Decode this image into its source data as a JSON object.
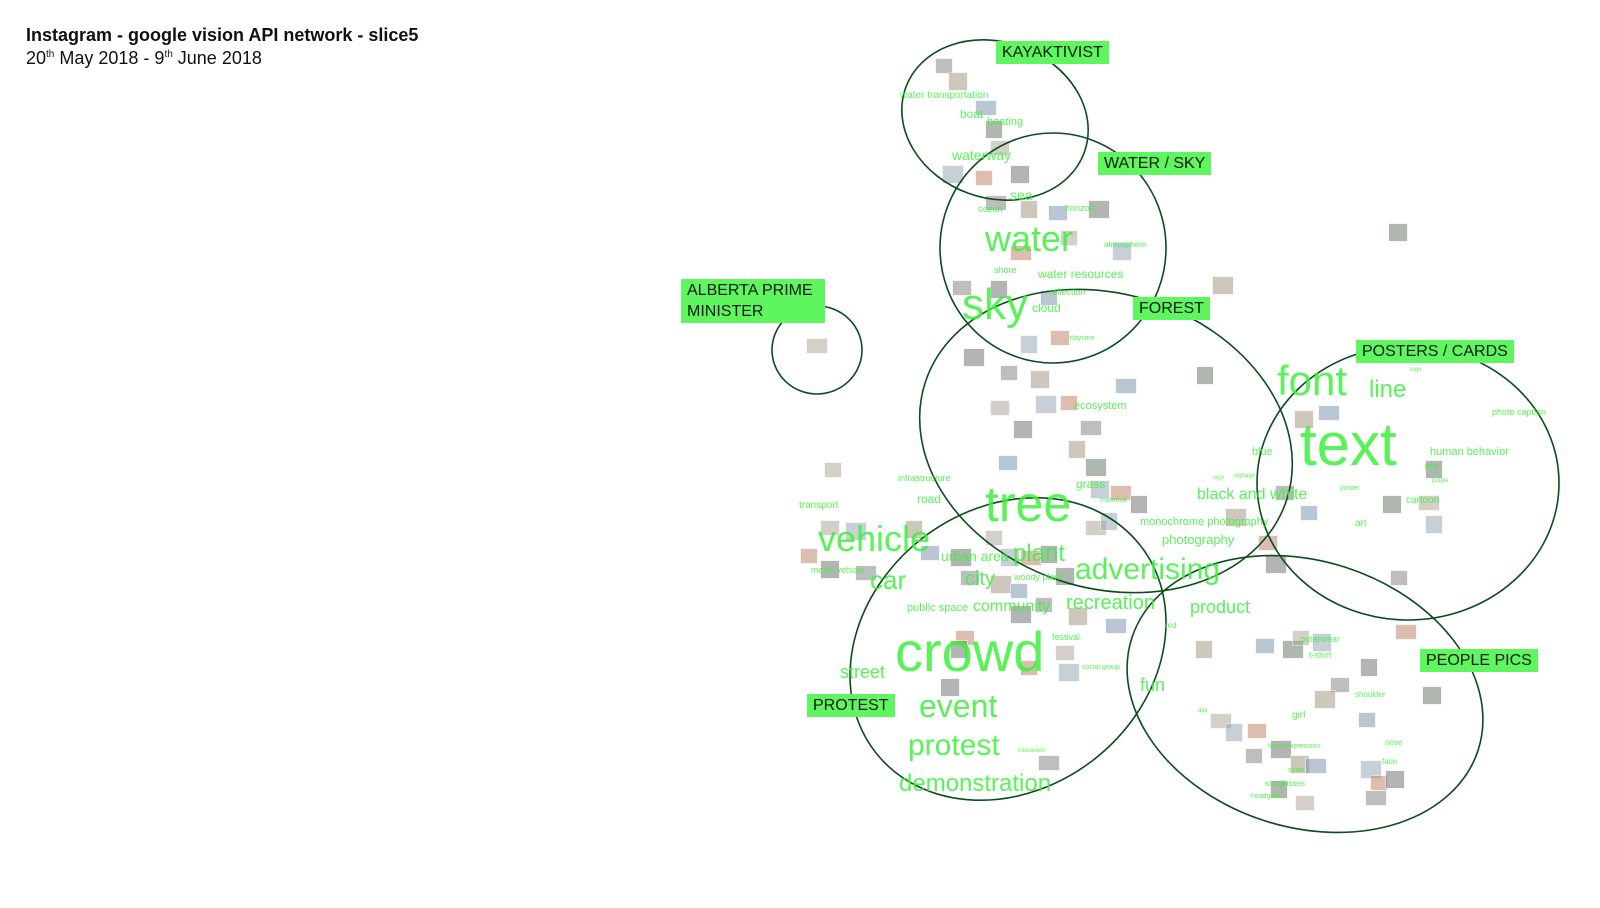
{
  "header": {
    "title": "Instagram - google vision API network - slice5",
    "date_start_day": "20",
    "date_start_suffix": "th",
    "date_start_rest": " May 2018 - 9",
    "date_end_suffix": "th",
    "date_end_rest": " June 2018"
  },
  "clusters": [
    {
      "label": "KAYAKTIVIST"
    },
    {
      "label": "WATER / SKY"
    },
    {
      "label": "FOREST"
    },
    {
      "label": "ALBERTA PRIME MINISTER"
    },
    {
      "label": "POSTERS / CARDS"
    },
    {
      "label": "PEOPLE PICS"
    },
    {
      "label": "PROTEST"
    }
  ],
  "words": [
    "text",
    "font",
    "line",
    "crowd",
    "tree",
    "vehicle",
    "water",
    "sky",
    "advertising",
    "plant",
    "event",
    "demonstration",
    "protest",
    "car",
    "city",
    "recreation",
    "product",
    "black and white",
    "photography",
    "monochrome photography",
    "fun",
    "street",
    "community",
    "public space",
    "urban area",
    "road",
    "waterway",
    "water transportation",
    "boat",
    "water resources",
    "cloud",
    "sea",
    "human behavior",
    "blue",
    "art",
    "cartoon",
    "photo caption",
    "girl",
    "ecosystem",
    "woody plant",
    "grass",
    "infrastructure",
    "transport",
    "poster",
    "reflection",
    "horizon",
    "atmosphere",
    "social group",
    "festival",
    "interaction",
    "outerwear",
    "t-shirt",
    "nose",
    "face",
    "sunglasses",
    "headgear",
    "smile",
    "red",
    "day",
    "shoulder",
    "pink",
    "purple",
    "logo",
    "mammal",
    "signage",
    "sign",
    "boating",
    "ocean",
    "shore",
    "motor vehicle",
    "daytime",
    "facial expression"
  ],
  "colors": {
    "cluster_label_bg": "#5ef55e",
    "word": "#3df03d",
    "ellipse": "#0b4d1a"
  }
}
